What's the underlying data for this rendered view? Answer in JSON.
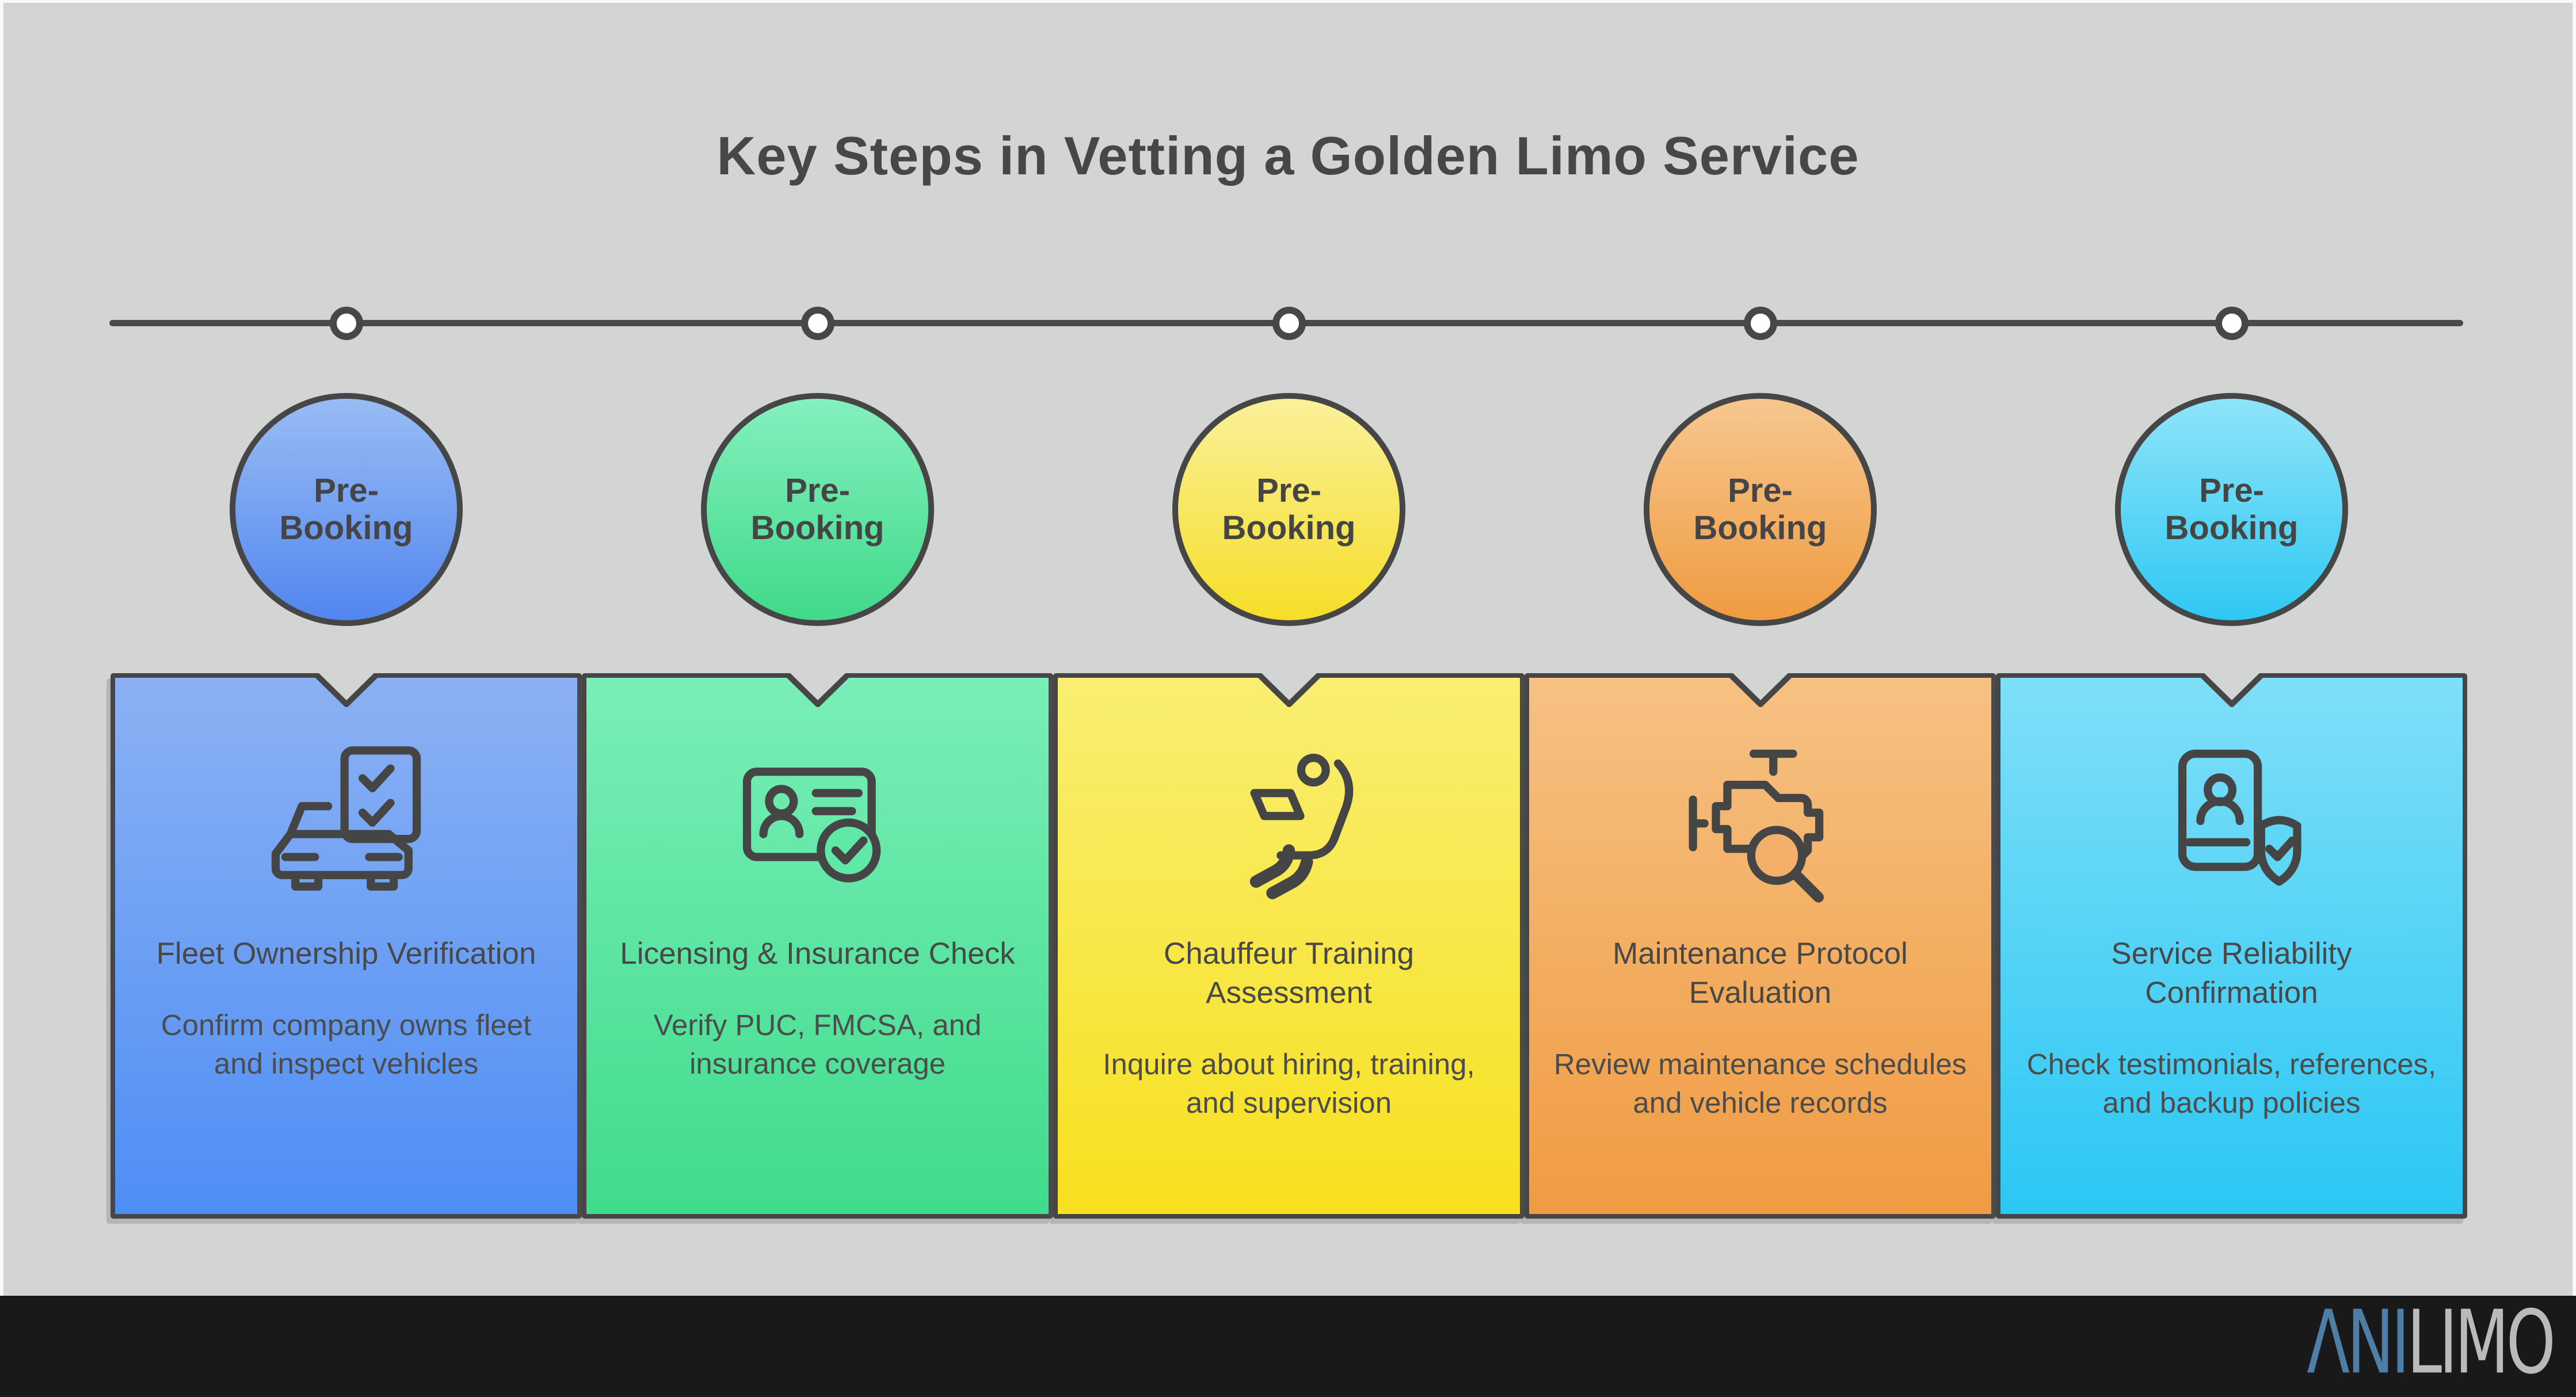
{
  "page": {
    "background": "#d3d4d4",
    "frame": "#f7f8f9",
    "ink": "#474747",
    "border_color": "#464646"
  },
  "header": {
    "title": "Key Steps in Vetting a Golden Limo Service"
  },
  "timeline": {
    "line_color": "#4a4a4a",
    "node_fill": "#ffffff"
  },
  "steps": [
    {
      "label": "Pre-Booking",
      "icon": "car-checklist-icon",
      "title": "Fleet Ownership Verification",
      "description": "Confirm company owns fleet and inspect vehicles",
      "bubble_top": "#98bcf4",
      "bubble_bottom": "#5286ef",
      "card_top": "#8bb1f3",
      "card_bottom": "#4e8ef5",
      "patch": "#7aa6f1"
    },
    {
      "label": "Pre-Booking",
      "icon": "license-check-icon",
      "title": "Licensing & Insurance Check",
      "description": "Verify PUC, FMCSA, and insurance coverage",
      "bubble_top": "#84f0be",
      "bubble_bottom": "#41d98a",
      "card_top": "#79efb7",
      "card_bottom": "#40db8c",
      "patch": "#5fe8a6"
    },
    {
      "label": "Pre-Booking",
      "icon": "chauffeur-laptop-icon",
      "title": "Chauffeur Training Assessment",
      "description": "Inquire about hiring, training, and supervision",
      "bubble_top": "#faf09a",
      "bubble_bottom": "#f6de27",
      "card_top": "#f9ee72",
      "card_bottom": "#f8e01e",
      "patch": "#f9e962"
    },
    {
      "label": "Pre-Booking",
      "icon": "engine-inspection-icon",
      "title": "Maintenance Protocol Evaluation",
      "description": "Review maintenance schedules and vehicle records",
      "bubble_top": "#f7c78f",
      "bubble_bottom": "#ef9b40",
      "card_top": "#f6c183",
      "card_bottom": "#f09b42",
      "patch": "#f4b06a"
    },
    {
      "label": "Pre-Booking",
      "icon": "reliability-shield-icon",
      "title": "Service Reliability Confirmation",
      "description": "Check testimonials, references, and backup policies",
      "bubble_top": "#8ee4f9",
      "bubble_bottom": "#2fc8f3",
      "card_top": "#7fdff8",
      "card_bottom": "#2bc7f4",
      "patch": "#5ed7f6"
    }
  ],
  "footer": {
    "background": "#191919",
    "logo_part1": "ΛNI",
    "logo_part2": "LIMO",
    "logo_color1": "#4e7ea6",
    "logo_color2": "#b9bab9"
  }
}
